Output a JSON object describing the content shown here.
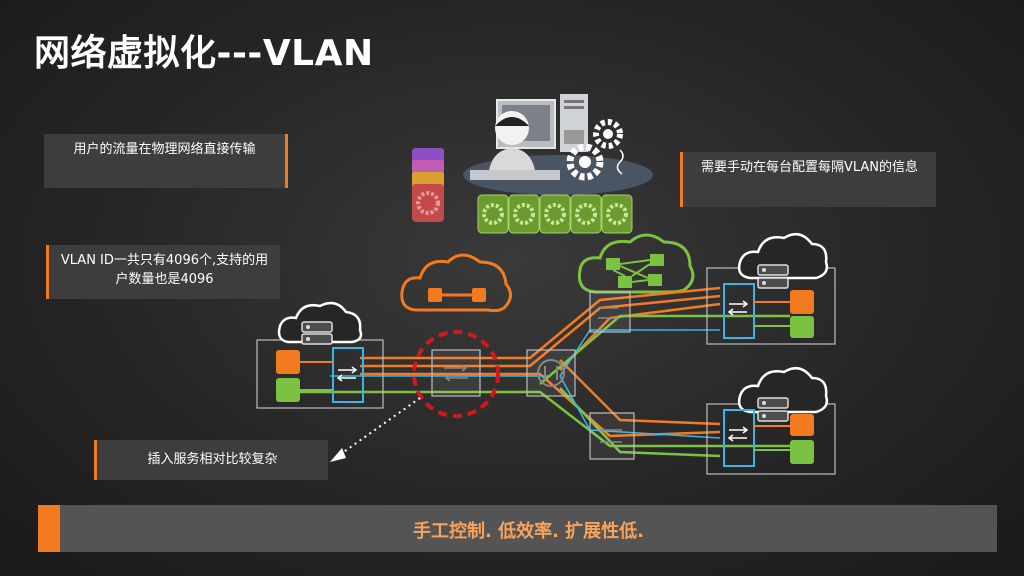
{
  "title": "网络虚拟化---VLAN",
  "callouts": {
    "traffic": "用户的流量在物理网络直接传输",
    "manual_config": "需要手动在每台配置每隔VLAN的信息",
    "vlan_limit": "VLAN ID一共只有4096个,支持的用户数量也是4096",
    "service_insert": "插入服务相对比较复杂"
  },
  "footer": "手工控制. 低效率.  扩展性低.",
  "colors": {
    "accent": "#f47a20",
    "green": "#7cc242",
    "cyan": "#39b4e6",
    "red": "#d0181f",
    "callout_bg": "#3d3d3d",
    "footer_bg": "#545454",
    "footer_text": "#f7a35c"
  }
}
